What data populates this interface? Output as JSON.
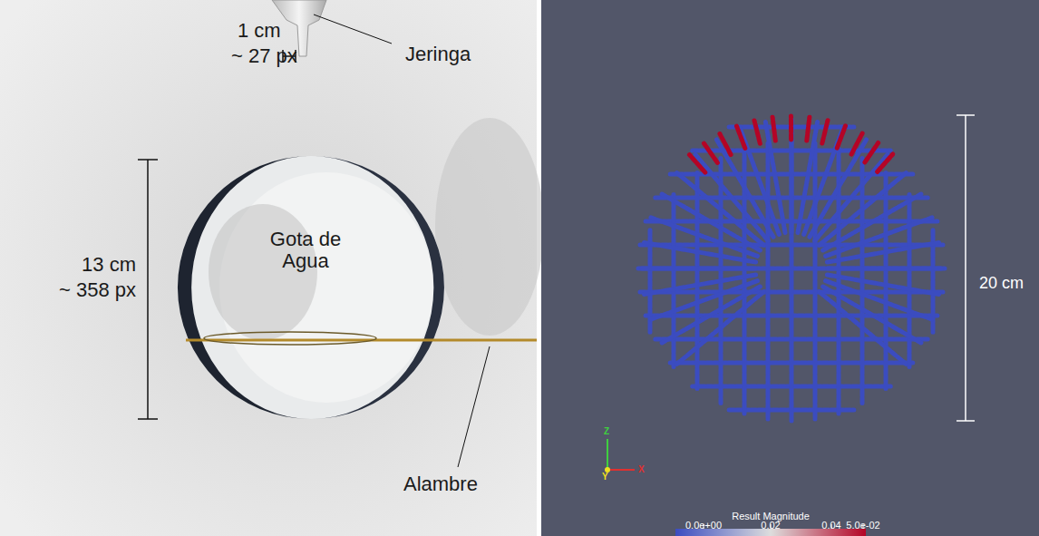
{
  "diagram": {
    "labels": [
      "1 cm",
      "~ 27 px",
      "Jeringa",
      "13 cm",
      "~ 358 px",
      "Gota de Agua",
      "Alambre",
      "20 cm",
      "Z",
      "Y",
      "X",
      "Result Magnitude",
      "0.0e+00",
      "0.02",
      "0.04",
      "5.0e-02"
    ]
  }
}
